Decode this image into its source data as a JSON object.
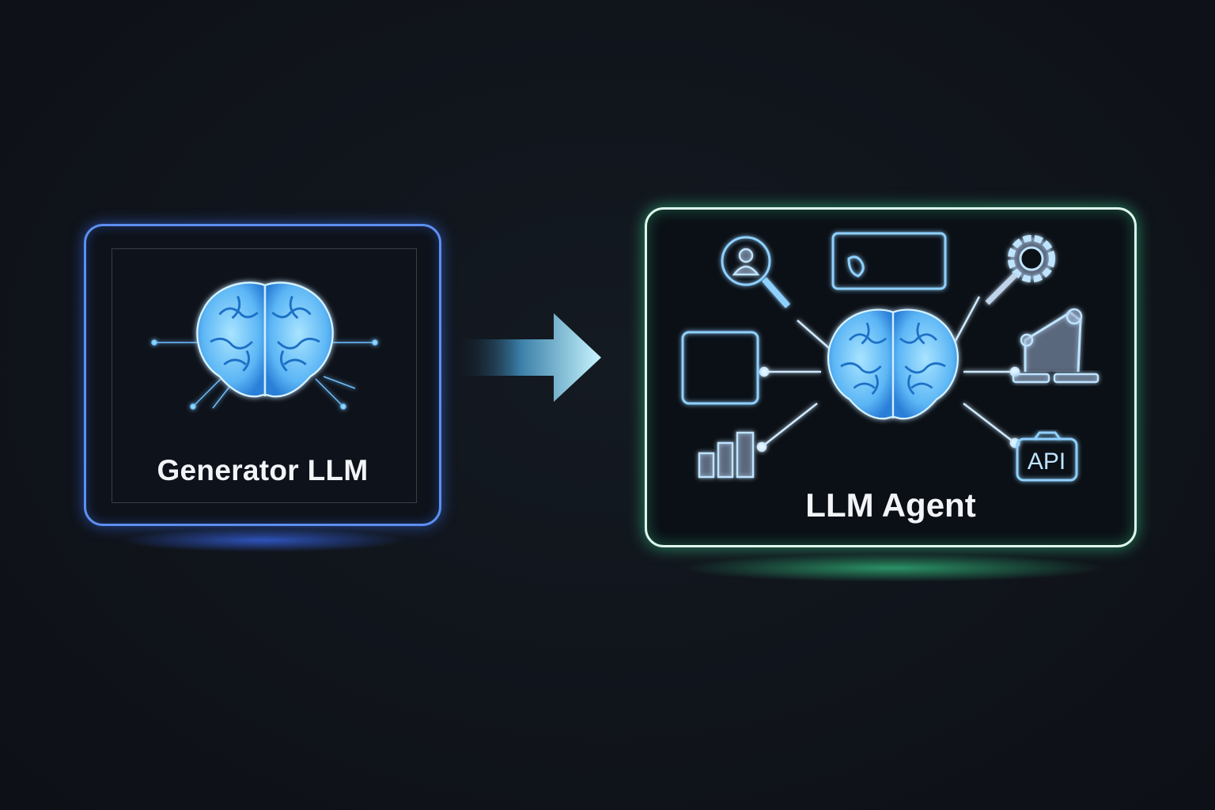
{
  "diagram": {
    "source": {
      "label": "Generator LLM",
      "icon": "brain-icon",
      "border_color": "#5d8ff0",
      "glow_color": "#3c6eff"
    },
    "connector": {
      "type": "arrow",
      "direction": "right",
      "gradient": [
        "#0f1620",
        "#bff4ff"
      ]
    },
    "target": {
      "label": "LLM Agent",
      "center_icon": "brain-icon",
      "border_color": "#dff7ec",
      "glow_color": "#3ce696",
      "tool_icons": [
        {
          "name": "user-search-icon",
          "position": "top-left"
        },
        {
          "name": "browser-window-icon",
          "position": "top-center"
        },
        {
          "name": "gear-wrench-icon",
          "position": "top-right"
        },
        {
          "name": "document-list-icon",
          "position": "middle-left"
        },
        {
          "name": "robot-arm-icon",
          "position": "middle-right"
        },
        {
          "name": "bar-chart-icon",
          "position": "bottom-left"
        },
        {
          "name": "api-icon",
          "position": "bottom-right",
          "text": "API"
        }
      ]
    }
  }
}
